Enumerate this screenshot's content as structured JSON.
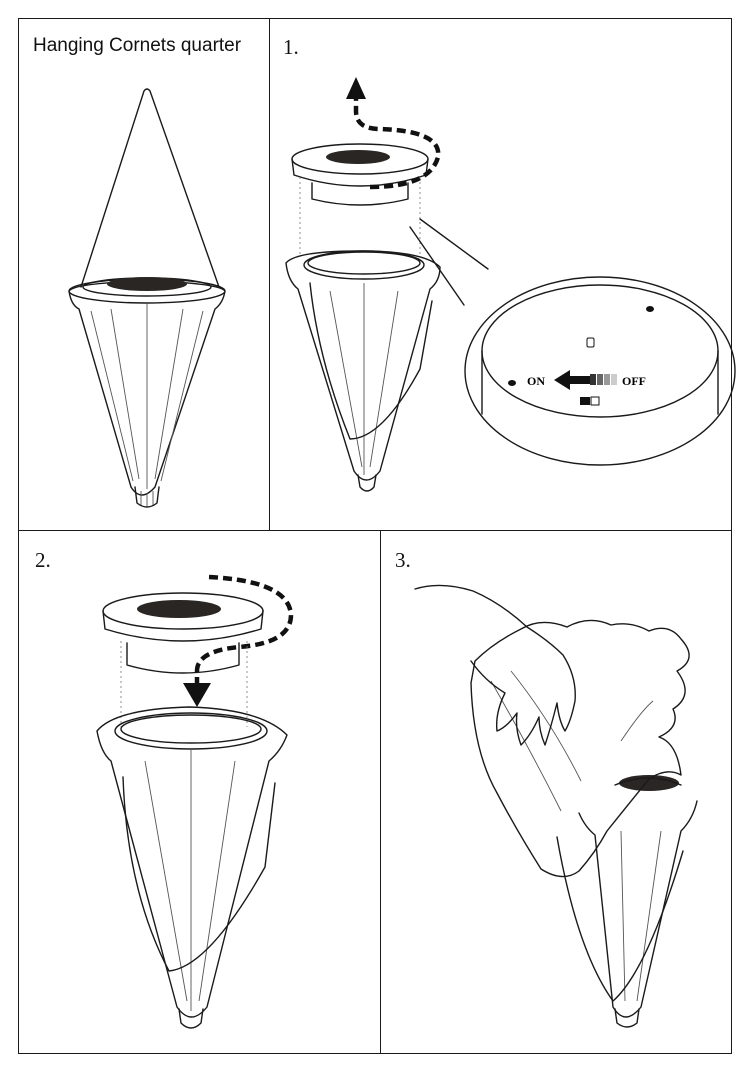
{
  "panels": [
    {
      "title": "Hanging Cornets quarter"
    },
    {
      "label": "1.",
      "switch": {
        "on_label": "ON",
        "off_label": "OFF"
      }
    },
    {
      "label": "2."
    },
    {
      "label": "3."
    }
  ],
  "colors": {
    "line": "#1a1a1a",
    "solar_panel": "#2a2624",
    "background": "#ffffff"
  },
  "icons": [
    "solar-panel-icon",
    "arrow-up-icon",
    "arrow-down-icon",
    "switch-arrow-icon",
    "hand-icon",
    "cloth-icon"
  ]
}
